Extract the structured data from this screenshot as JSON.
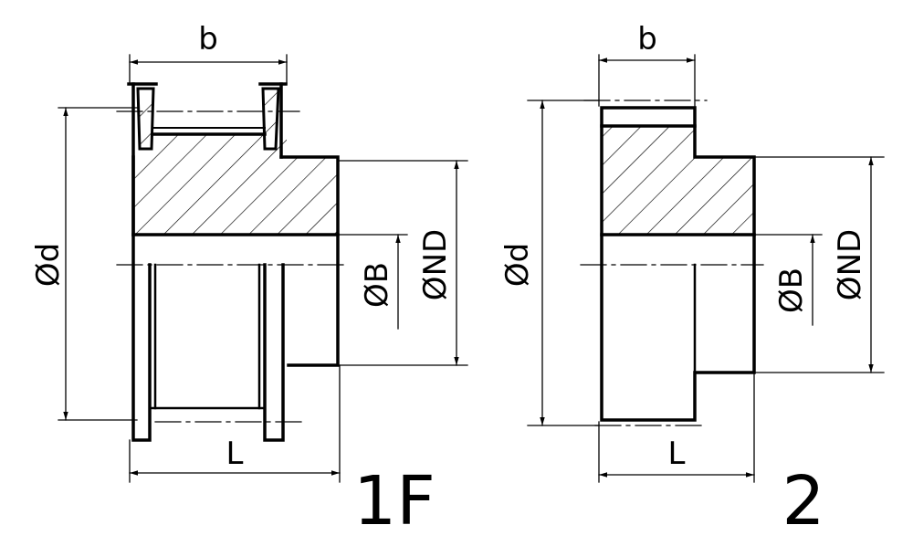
{
  "figure_1F": {
    "label_b": "b",
    "label_d": "Ød",
    "label_B": "ØB",
    "label_ND": "ØND",
    "label_L": "L",
    "type_label": "1F"
  },
  "figure_2": {
    "label_b": "b",
    "label_d": "Ød",
    "label_B": "ØB",
    "label_ND": "ØND",
    "label_L": "L",
    "type_label": "2"
  }
}
